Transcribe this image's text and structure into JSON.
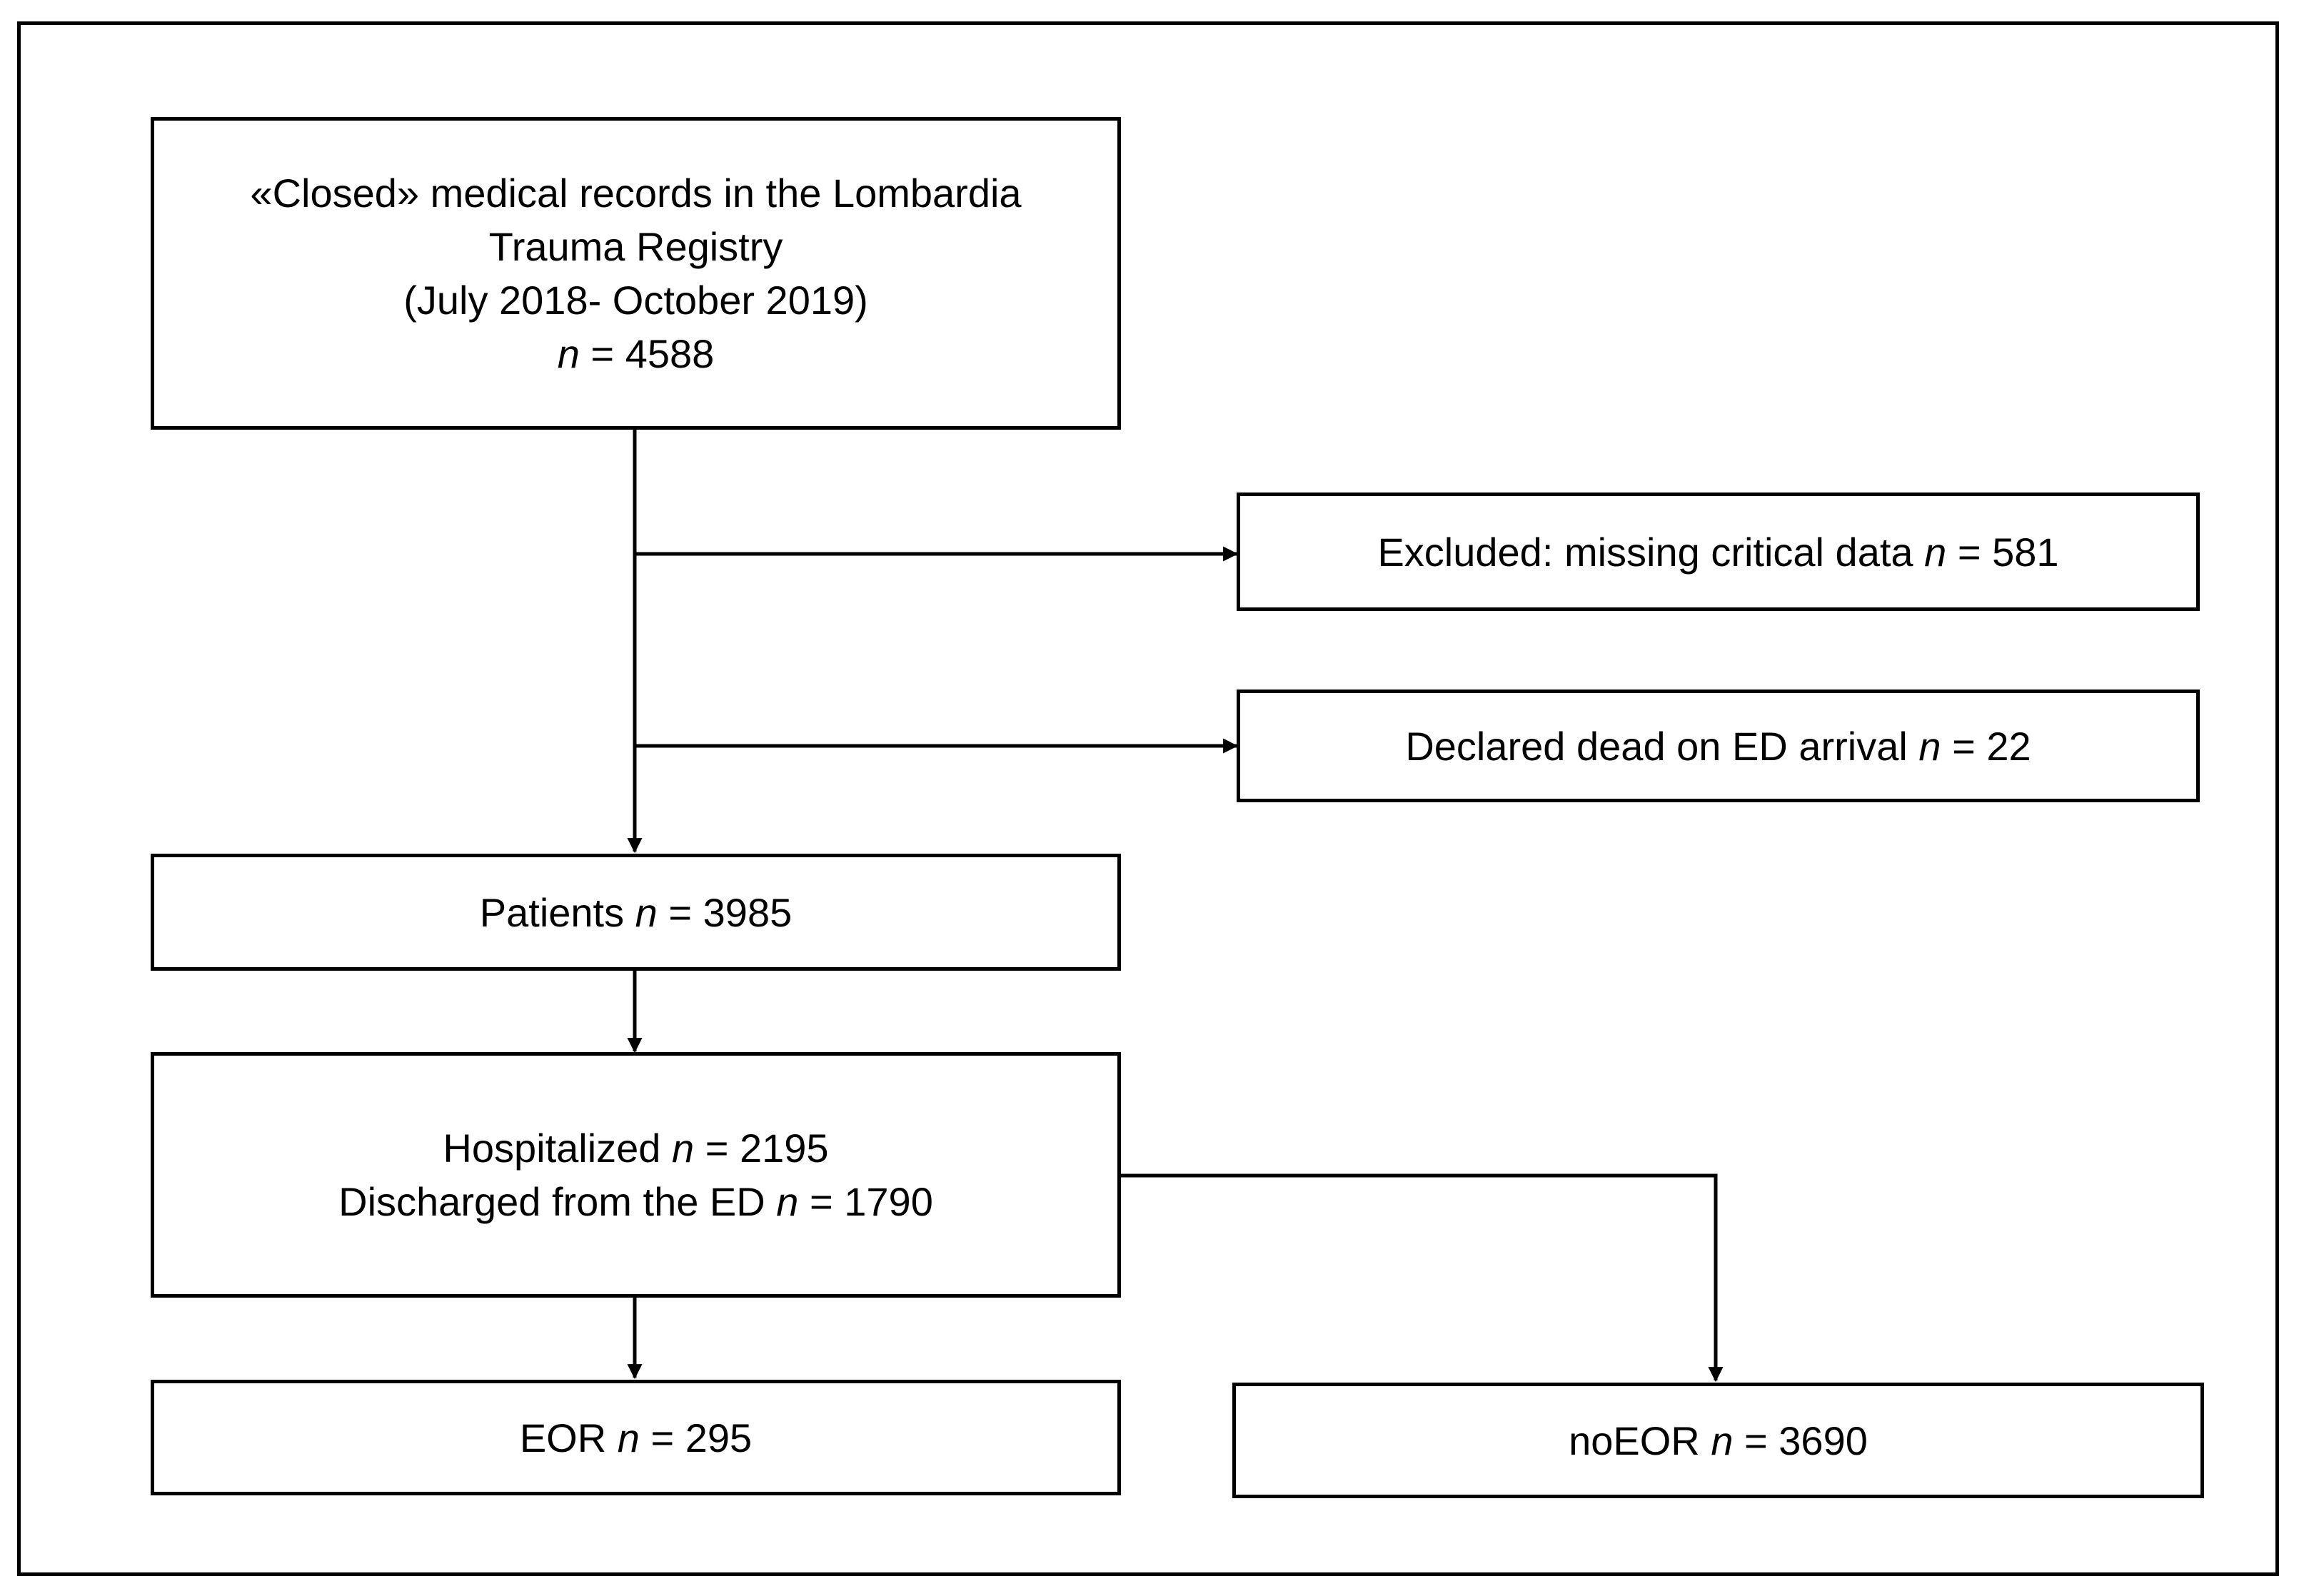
{
  "boxes": {
    "source": {
      "line1": "«Closed» medical records in the Lombardia",
      "line2": "Trauma Registry",
      "line3": "(July 2018- October 2019)",
      "n_label": "n",
      "n_value": " = 4588"
    },
    "excluded": {
      "label": "Excluded: missing critical data  ",
      "n_label": "n",
      "n_value": " = 581"
    },
    "dead": {
      "label": "Declared dead on ED arrival  ",
      "n_label": "n",
      "n_value": " = 22"
    },
    "patients": {
      "label": "Patients  ",
      "n_label": "n",
      "n_value": " = 3985"
    },
    "disposition": {
      "hospitalized_label": "Hospitalized  ",
      "hospitalized_n_label": "n",
      "hospitalized_n_value": " = 2195",
      "discharged_label": "Discharged from the ED  ",
      "discharged_n_label": "n",
      "discharged_n_value": " = 1790"
    },
    "eor": {
      "label": "EOR  ",
      "n_label": "n",
      "n_value": " = 295"
    },
    "noeor": {
      "label": "noEOR  ",
      "n_label": "n",
      "n_value": " = 3690"
    }
  },
  "colors": {
    "stroke": "#000000",
    "background": "#ffffff"
  }
}
